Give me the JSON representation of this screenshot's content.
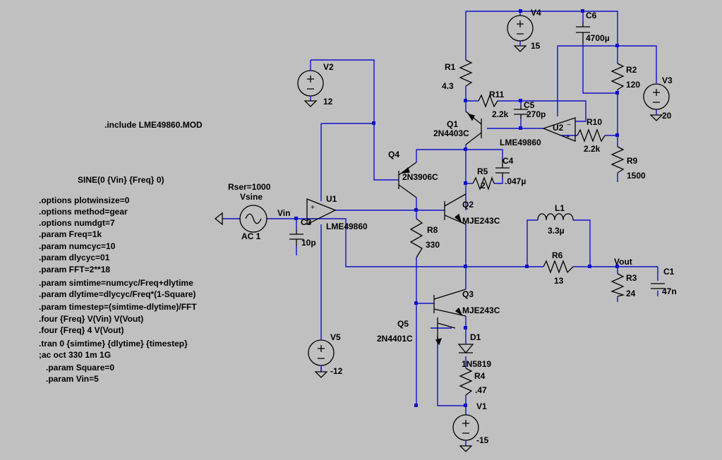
{
  "labels": {
    "include": ".include LME49860.MOD",
    "sine": "SINE(0 {Vin} {Freq} 0)",
    "rser": "Rser=1000",
    "vsine": "Vsine",
    "ac1": "AC 1",
    "vin_net": "Vin",
    "vout_net": "Vout"
  },
  "directives": [
    ".options plotwinsize=0",
    ".options method=gear",
    ".options numdgt=7",
    ".param Freq=1k",
    ".param numcyc=10",
    ".param dlycyc=01",
    ".param FFT=2**18",
    ".param simtime=numcyc/Freq+dlytime",
    ".param dlytime=dlycyc/Freq*(1-Square)",
    ".param timestep=(simtime-dlytime)/FFT",
    ".four {Freq}  V(Vin) V(Vout)",
    ".four {Freq} 4 V(Vout)",
    ".tran 0 {simtime} {dlytime} {timestep}",
    ";ac oct 330 1m 1G",
    "   .param Square=0",
    "   .param Vin=5"
  ],
  "components": {
    "V1": {
      "name": "V1",
      "value": "-15"
    },
    "V2": {
      "name": "V2",
      "value": "12"
    },
    "V3": {
      "name": "V3",
      "value": "20"
    },
    "V4": {
      "name": "V4",
      "value": "15"
    },
    "V5": {
      "name": "V5",
      "value": "-12"
    },
    "U1": {
      "name": "U1",
      "value": "LME49860"
    },
    "U2": {
      "name": "U2",
      "value": "LME49860"
    },
    "Q1": {
      "name": "Q1",
      "value": "2N4403C"
    },
    "Q2": {
      "name": "Q2",
      "value": "MJE243C"
    },
    "Q3": {
      "name": "Q3",
      "value": "MJE243C"
    },
    "Q4": {
      "name": "Q4",
      "value": "2N3906C"
    },
    "Q5": {
      "name": "Q5",
      "value": "2N4401C"
    },
    "R1": {
      "name": "R1",
      "value": "4.3"
    },
    "R2": {
      "name": "R2",
      "value": "120"
    },
    "R3": {
      "name": "R3",
      "value": "24"
    },
    "R4": {
      "name": "R4",
      "value": ".47"
    },
    "R5": {
      "name": "R5",
      "value": "2"
    },
    "R6": {
      "name": "R6",
      "value": "13"
    },
    "R8": {
      "name": "R8",
      "value": "330"
    },
    "R9": {
      "name": "R9",
      "value": "1500"
    },
    "R10": {
      "name": "R10",
      "value": "2.2k"
    },
    "R11": {
      "name": "R11",
      "value": "2.2k"
    },
    "C1": {
      "name": "C1",
      "value": "47n"
    },
    "C3": {
      "name": "C3",
      "value": "10p"
    },
    "C4": {
      "name": "C4",
      "value": ".047µ"
    },
    "C5": {
      "name": "C5",
      "value": "270p"
    },
    "C6": {
      "name": "C6",
      "value": "4700µ"
    },
    "L1": {
      "name": "L1",
      "value": "3.3µ"
    },
    "D1": {
      "name": "D1",
      "value": "1N5819"
    }
  }
}
